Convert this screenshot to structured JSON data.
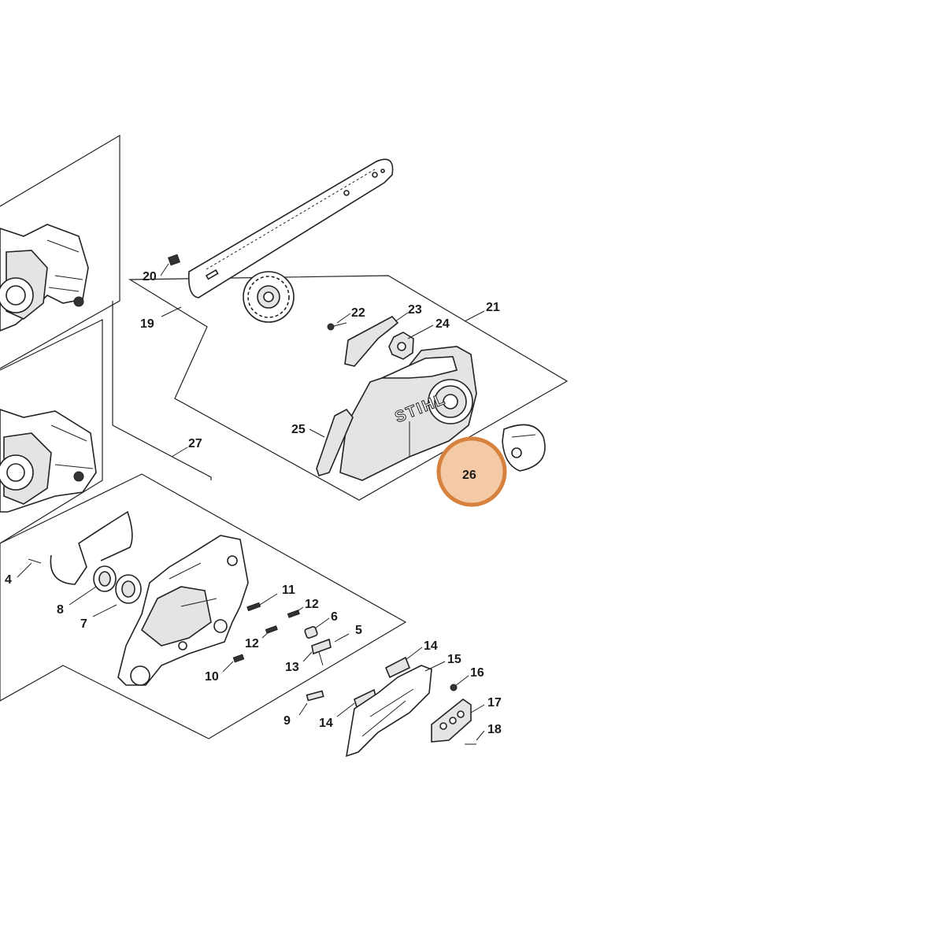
{
  "brand_text": "STIHL",
  "highlight": {
    "part": "26",
    "fill_color": "#f3c9a6",
    "ring_color": "#d6823e"
  },
  "labels": {
    "p4": "4",
    "p5": "5",
    "p6": "6",
    "p7": "7",
    "p8": "8",
    "p9": "9",
    "p10": "10",
    "p11": "11",
    "p12a": "12",
    "p12b": "12",
    "p13": "13",
    "p14a": "14",
    "p14b": "14",
    "p15": "15",
    "p16": "16",
    "p17": "17",
    "p18": "18",
    "p19": "19",
    "p20": "20",
    "p21": "21",
    "p22": "22",
    "p23": "23",
    "p24": "24",
    "p25": "25",
    "p26": "26",
    "p27": "27"
  }
}
